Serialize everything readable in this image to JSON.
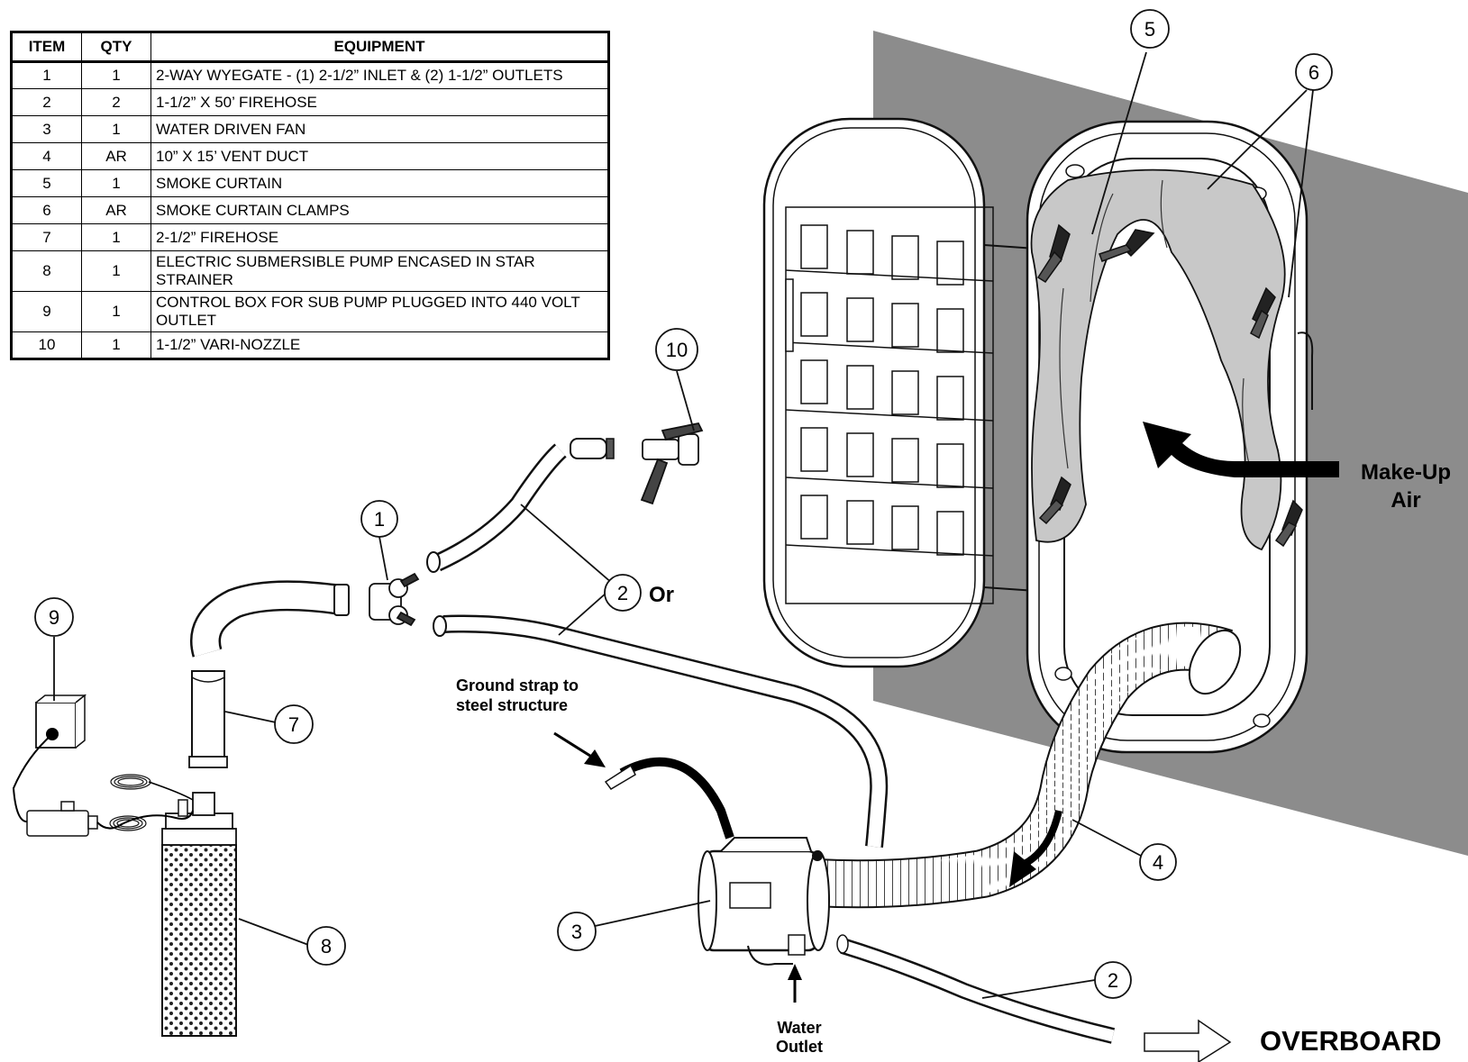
{
  "table": {
    "headers": {
      "item": "ITEM",
      "qty": "QTY",
      "equipment": "EQUIPMENT"
    },
    "rows": [
      {
        "item": "1",
        "qty": "1",
        "equipment": "2-WAY WYEGATE - (1) 2-1/2” INLET & (2) 1-1/2” OUTLETS"
      },
      {
        "item": "2",
        "qty": "2",
        "equipment": "1-1/2” X 50’ FIREHOSE"
      },
      {
        "item": "3",
        "qty": "1",
        "equipment": "WATER DRIVEN FAN"
      },
      {
        "item": "4",
        "qty": "AR",
        "equipment": "10” X 15’ VENT DUCT"
      },
      {
        "item": "5",
        "qty": "1",
        "equipment": "SMOKE CURTAIN"
      },
      {
        "item": "6",
        "qty": "AR",
        "equipment": "SMOKE CURTAIN CLAMPS"
      },
      {
        "item": "7",
        "qty": "1",
        "equipment": "2-1/2” FIREHOSE"
      },
      {
        "item": "8",
        "qty": "1",
        "equipment": "ELECTRIC SUBMERSIBLE PUMP ENCASED IN STAR STRAINER"
      },
      {
        "item": "9",
        "qty": "1",
        "equipment": "CONTROL BOX FOR SUB PUMP PLUGGED INTO 440 VOLT OUTLET"
      },
      {
        "item": "10",
        "qty": "1",
        "equipment": "1-1/2” VARI-NOZZLE"
      }
    ]
  },
  "callouts": {
    "c1": "1",
    "c2a": "2",
    "c2b": "2",
    "c3": "3",
    "c4": "4",
    "c5": "5",
    "c6": "6",
    "c7": "7",
    "c8": "8",
    "c9": "9",
    "c10": "10"
  },
  "labels": {
    "or": "Or",
    "ground_strap_1": "Ground strap to",
    "ground_strap_2": "steel structure",
    "water_outlet_1": "Water",
    "water_outlet_2": "Outlet",
    "make_up_air_1": "Make-Up",
    "make_up_air_2": "Air",
    "overboard": "OVERBOARD"
  },
  "colors": {
    "bulkhead": "#8c8c8c",
    "curtain": "#c8c8c8",
    "ink": "#000000",
    "paper": "#ffffff"
  }
}
